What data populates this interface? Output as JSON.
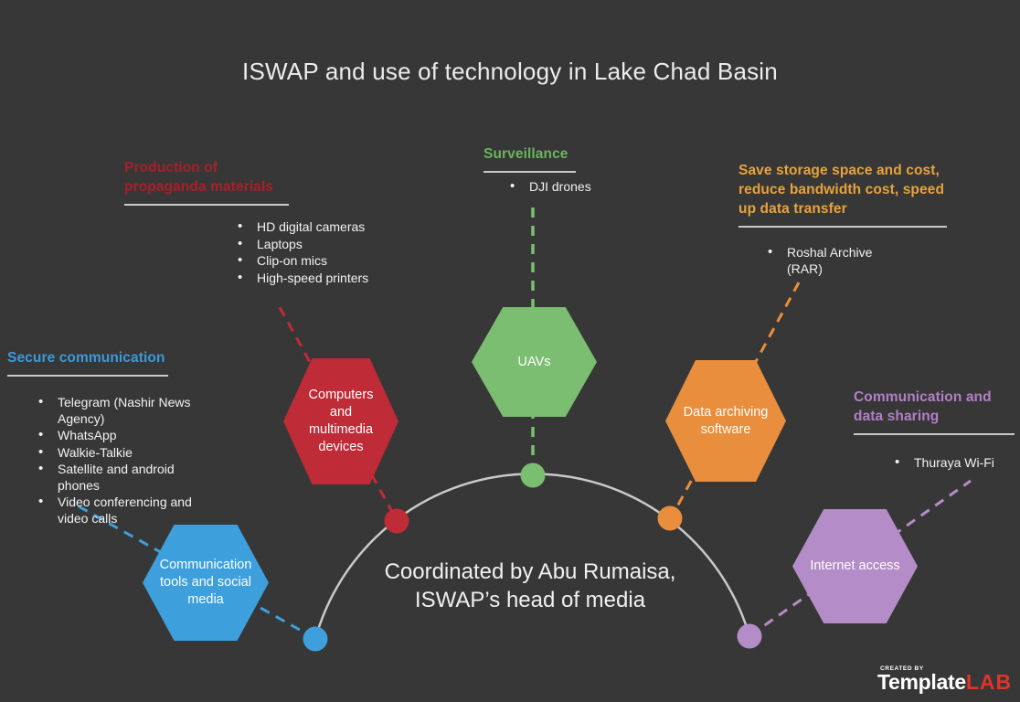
{
  "title": "ISWAP and use of technology in Lake Chad Basin",
  "center_caption": "Coordinated by Abu Rumaisa, ISWAP’s head of media",
  "colors": {
    "background": "#373737",
    "arc": "#c9c9c9",
    "underline": "#c9c9c9",
    "blue": "#3d9fdc",
    "red_header": "#a6202a",
    "red_hexagon": "#bf2b36",
    "green": "#7cbe71",
    "orange": "#e88e3c",
    "purple": "#b48cc8"
  },
  "categories": [
    {
      "header": "Secure communication",
      "color": "#3d9fdc",
      "items": [
        "Telegram (Nashir News Agency)",
        "WhatsApp",
        "Walkie-Talkie",
        "Satellite and android phones",
        "Video conferencing and video calls"
      ],
      "hexagon_label": "Communication tools and social media"
    },
    {
      "header": "Production of propaganda materials",
      "color": "#bf2b36",
      "items": [
        "HD digital cameras",
        "Laptops",
        "Clip-on mics",
        "High-speed printers"
      ],
      "hexagon_label": "Computers and multimedia devices"
    },
    {
      "header": "Surveillance",
      "color": "#7cbe71",
      "items": [
        "DJI drones"
      ],
      "hexagon_label": "UAVs"
    },
    {
      "header": "Save storage space and cost, reduce bandwidth cost, speed up data transfer",
      "color": "#e88e3c",
      "items": [
        "Roshal Archive (RAR)"
      ],
      "hexagon_label": "Data archiving software"
    },
    {
      "header": "Communication and data sharing",
      "color": "#b48cc8",
      "items": [
        "Thuraya Wi-Fi"
      ],
      "hexagon_label": "Internet access"
    }
  ],
  "logo": {
    "created_by": "CREATED BY",
    "brand": "Template",
    "brand_accent": "LAB"
  }
}
